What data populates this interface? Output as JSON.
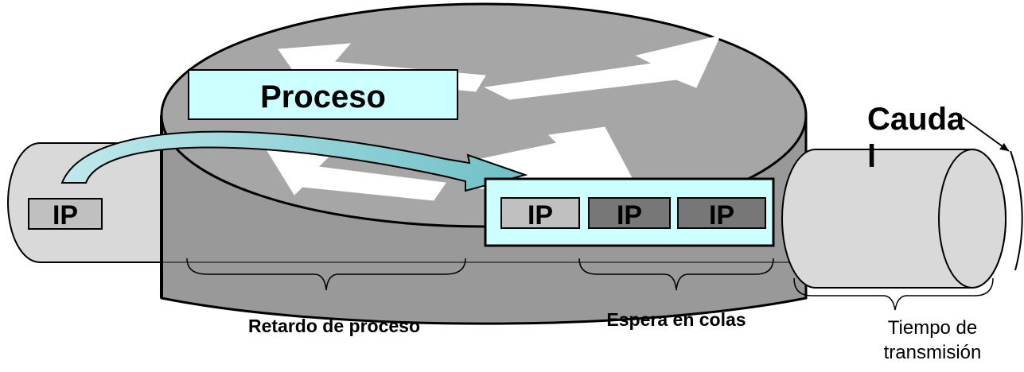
{
  "diagram": {
    "process_label": "Proceso",
    "packet_label": "IP",
    "caudal_line1": "Cauda",
    "caudal_line2": "l",
    "retardo_label": "Retardo de proceso",
    "espera_label": "Espera en colas",
    "tiempo_line1": "Tiempo de",
    "tiempo_line2": "transmisión",
    "colors": {
      "router_body": "#999999",
      "router_top": "#a6a6a6",
      "pipe": "#d9d9d9",
      "process_box": "#ccffff",
      "queue_box": "#ccffff",
      "packet_light": "#c0c0c0",
      "packet_dark": "#777777"
    }
  }
}
